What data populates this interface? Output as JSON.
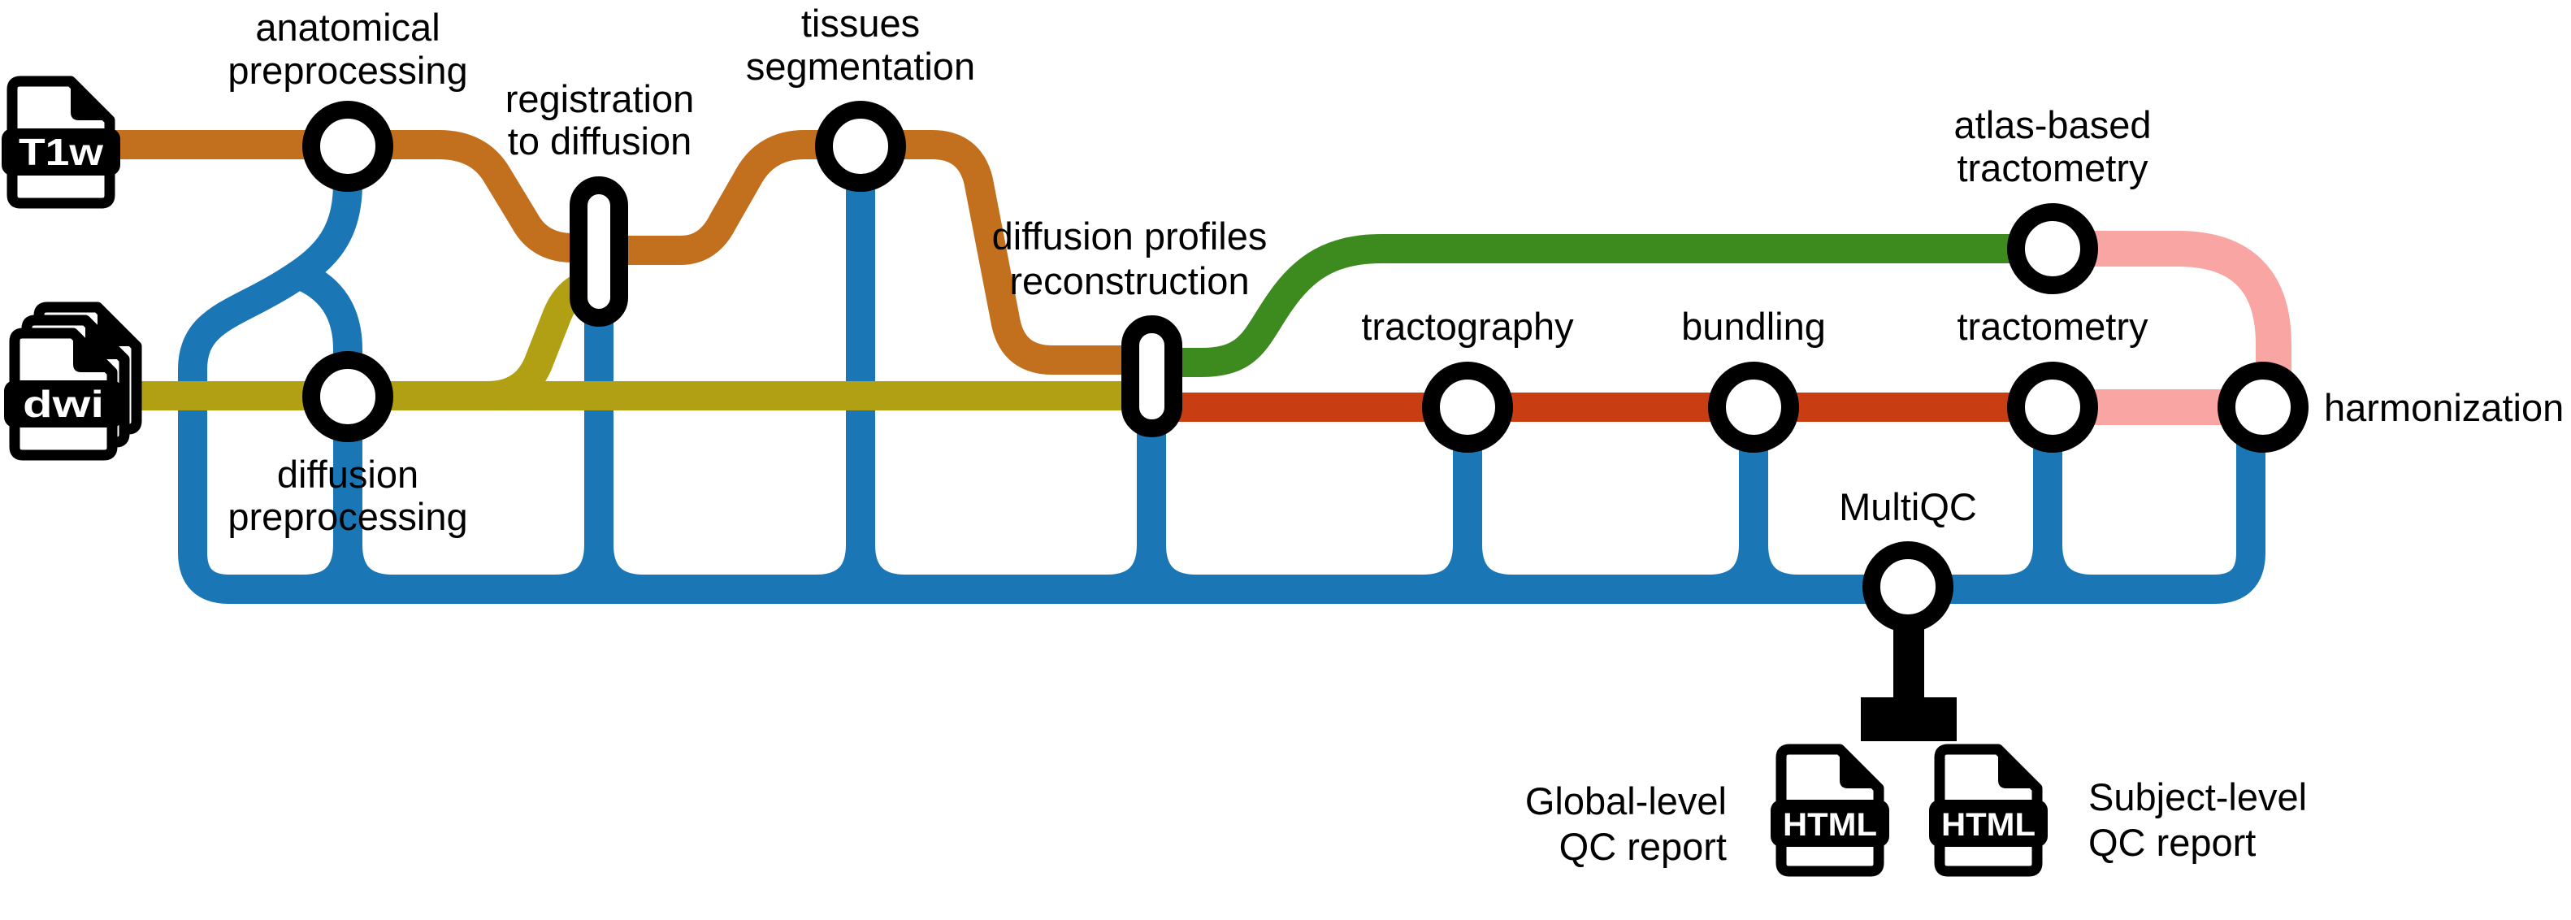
{
  "colors": {
    "blue": "#1A76B5",
    "orange": "#C2701D",
    "olive": "#B1A014",
    "green": "#3D8B1F",
    "red": "#C83D12",
    "pink": "#F9A5A3",
    "black": "#000000",
    "station_fill": "#FFFFFF"
  },
  "inputs": {
    "t1w_label": "T1w",
    "dwi_label": "dwi"
  },
  "stations": {
    "anatomical_preprocessing": {
      "line1": "anatomical",
      "line2": "preprocessing"
    },
    "registration": {
      "line1": "registration",
      "line2": "to diffusion"
    },
    "tissues_segmentation": {
      "line1": "tissues",
      "line2": "segmentation"
    },
    "diffusion_preprocessing": {
      "line1": "diffusion",
      "line2": "preprocessing"
    },
    "diffusion_profiles_reconstruction": {
      "line1": "diffusion profiles",
      "line2": "reconstruction"
    },
    "tractography": {
      "label": "tractography"
    },
    "bundling": {
      "label": "bundling"
    },
    "tractometry": {
      "label": "tractometry"
    },
    "atlas_based_tractometry": {
      "line1": "atlas-based",
      "line2": "tractometry"
    },
    "harmonization": {
      "label": "harmonization"
    },
    "multiqc": {
      "label": "MultiQC"
    }
  },
  "outputs": {
    "html_badge_1": "HTML",
    "html_badge_2": "HTML",
    "global_report": {
      "line1": "Global-level",
      "line2": "QC report"
    },
    "subject_report": {
      "line1": "Subject-level",
      "line2": "QC report"
    }
  }
}
